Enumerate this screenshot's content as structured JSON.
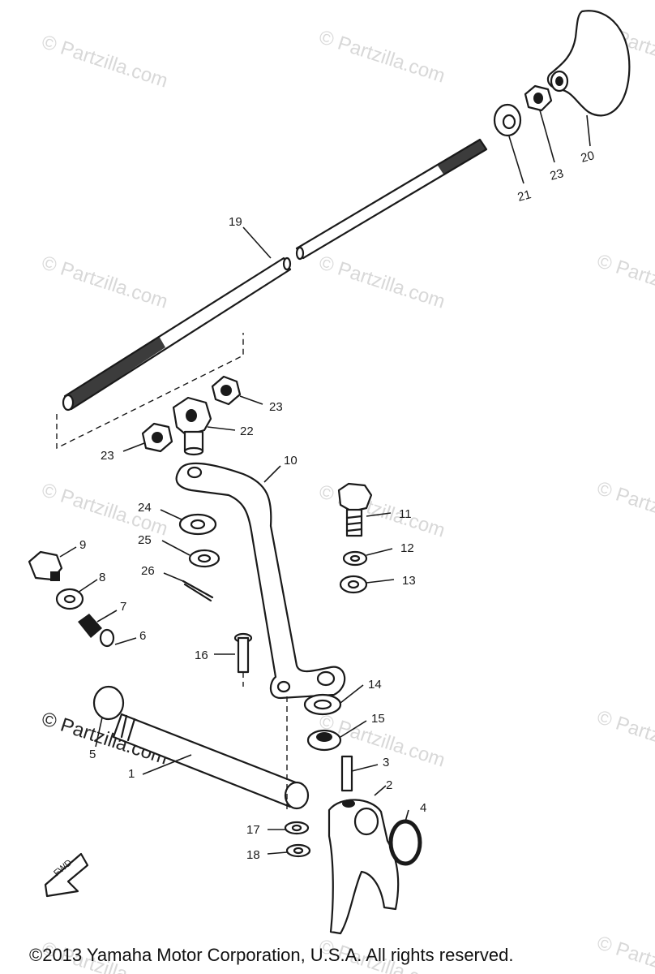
{
  "watermark": {
    "text": "© Partzilla.com",
    "text_dark": "© Partzilla.com"
  },
  "parts": {
    "p1": "1",
    "p2": "2",
    "p3": "3",
    "p4": "4",
    "p5": "5",
    "p6": "6",
    "p7": "7",
    "p8": "8",
    "p9": "9",
    "p10": "10",
    "p11": "11",
    "p12": "12",
    "p13": "13",
    "p14": "14",
    "p15": "15",
    "p16": "16",
    "p17": "17",
    "p18": "18",
    "p19": "19",
    "p20": "20",
    "p21": "21",
    "p22": "22",
    "p23a": "23",
    "p23b": "23",
    "p23c": "23",
    "p24": "24",
    "p25": "25",
    "p26": "26"
  },
  "fwd_label": "FWD",
  "copyright": "©2013  Yamaha Motor Corporation, U.S.A. All rights reserved."
}
